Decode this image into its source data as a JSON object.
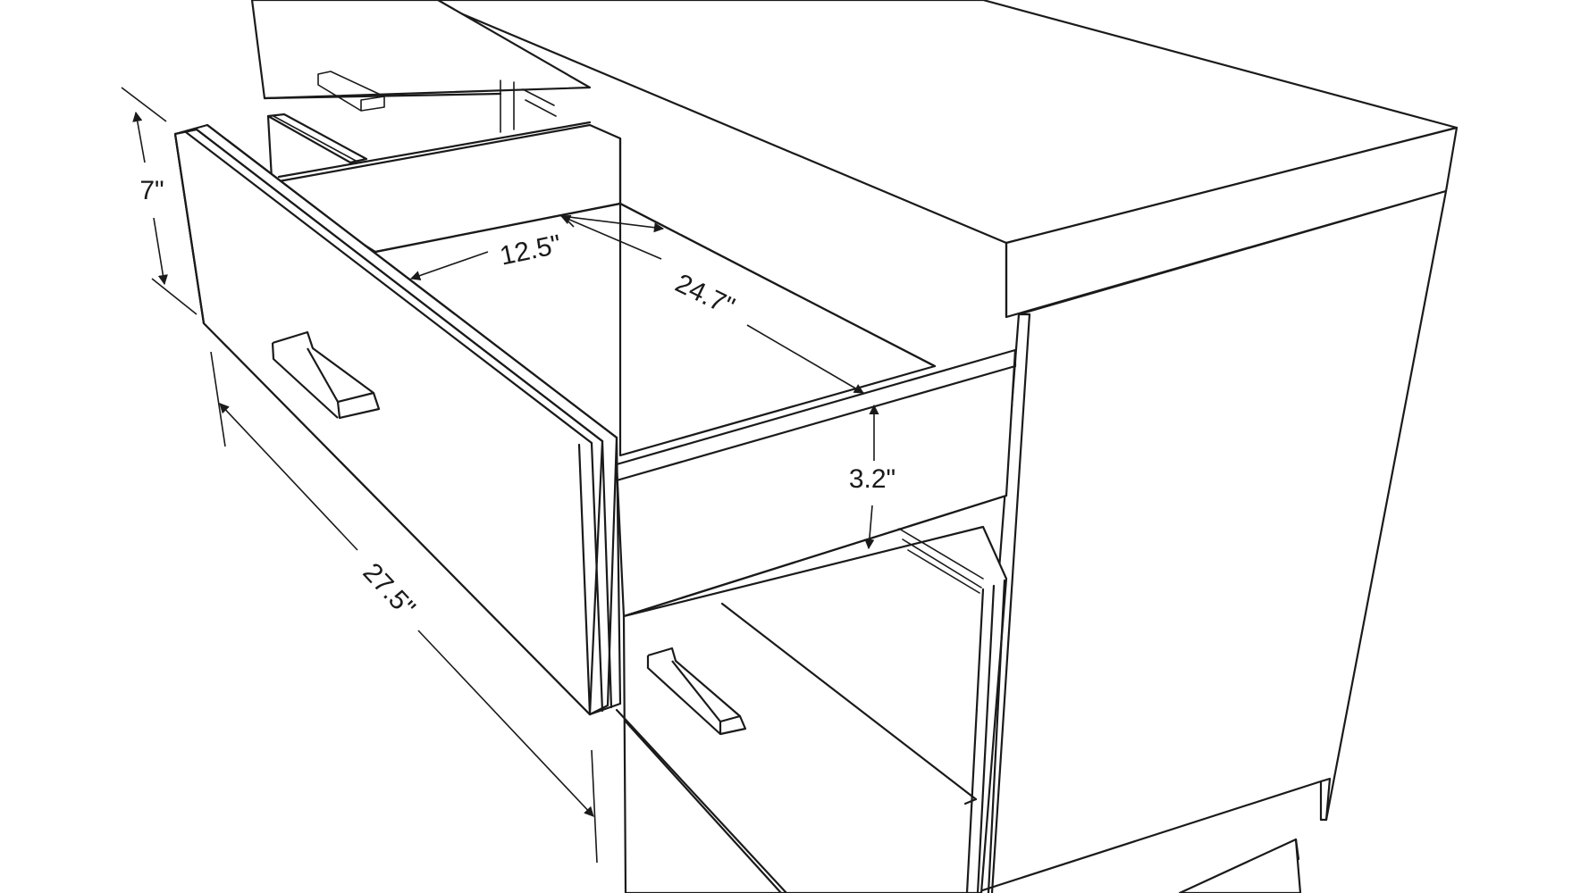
{
  "dimensions": {
    "drawer_height": "7\"",
    "interior_width": "12.5\"",
    "interior_depth": "24.7\"",
    "interior_height": "3.2\"",
    "drawer_length": "27.5\""
  },
  "colors": {
    "line": "#1a1a1a",
    "background": "#ffffff"
  }
}
